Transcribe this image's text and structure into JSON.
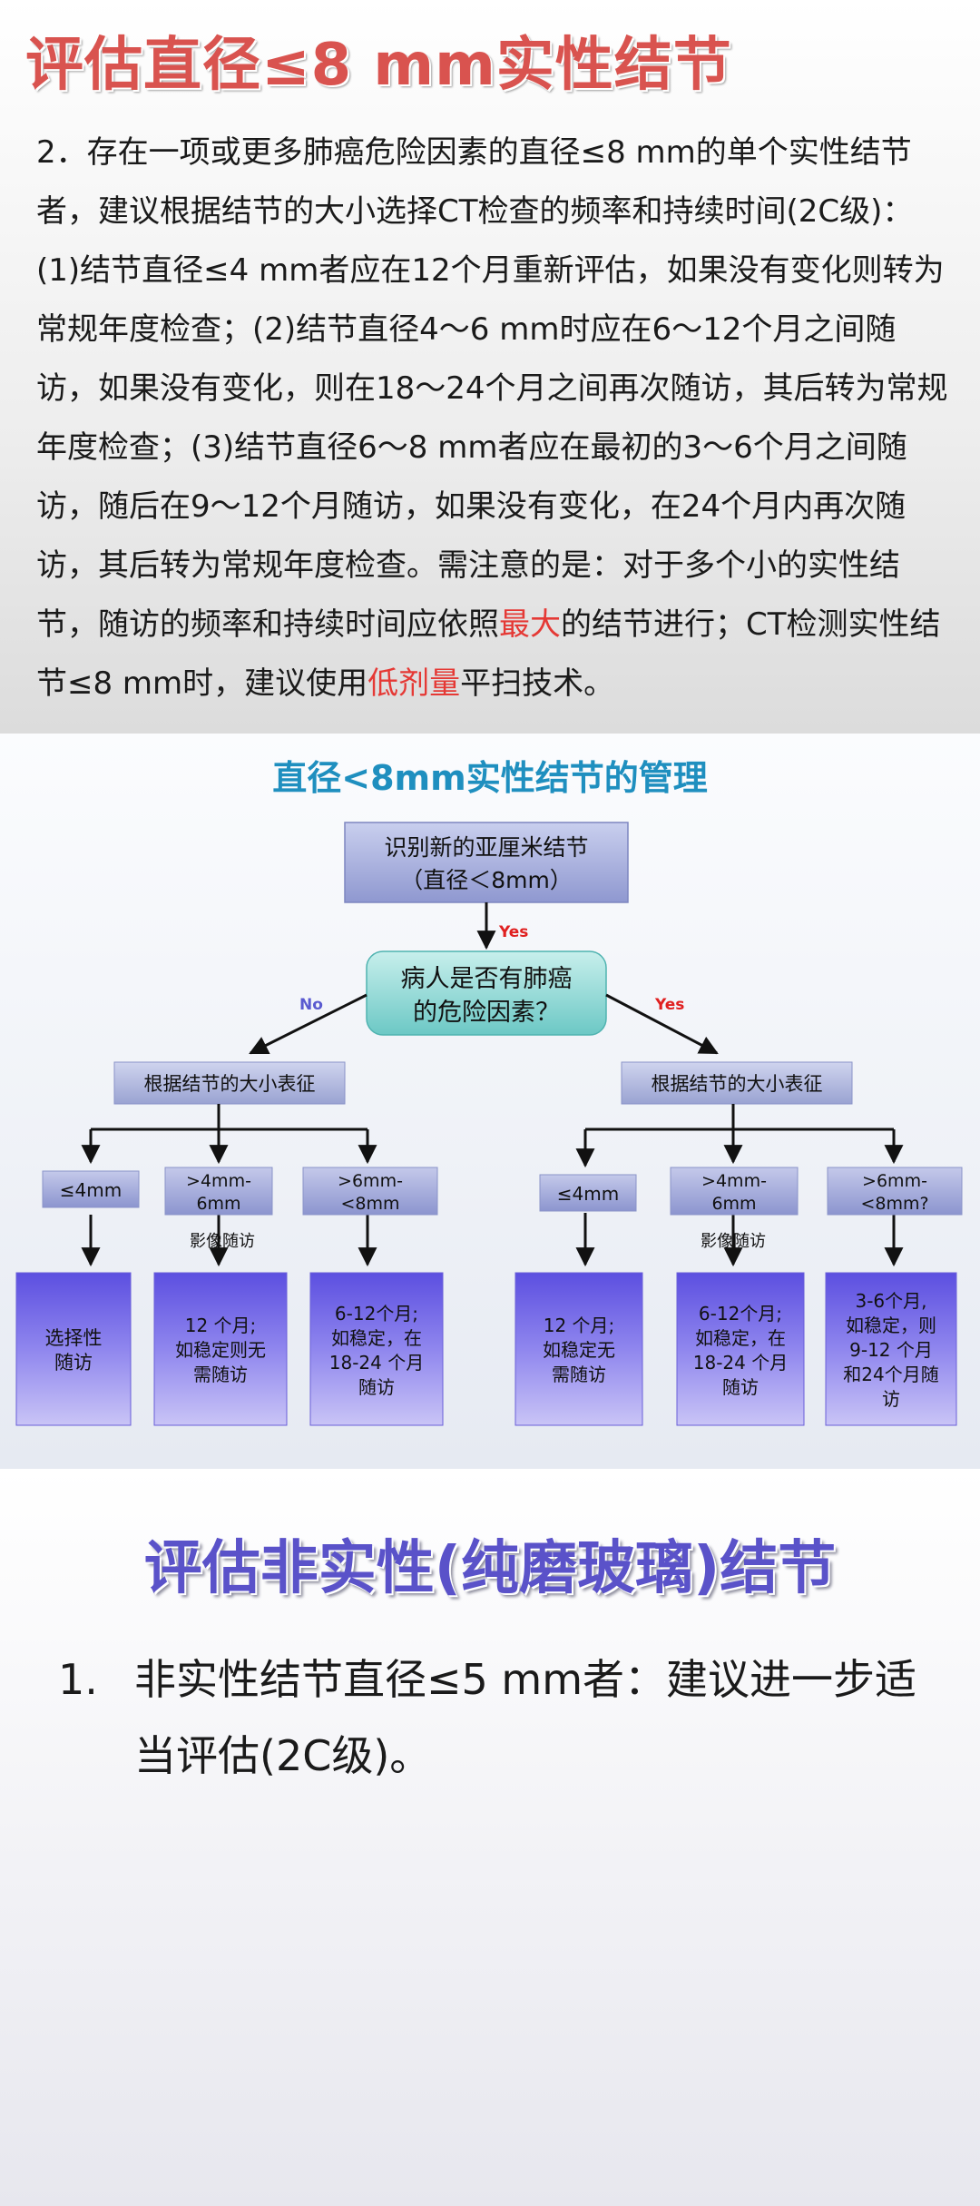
{
  "section1": {
    "title": "评估直径≤8 mm实性结节",
    "para_part1": "2．存在一项或更多肺癌危险因素的直径≤8 mm的单个实性结节者，建议根据结节的大小选择CT检查的频率和持续时间(2C级)：(1)结节直径≤4 mm者应在12个月重新评估，如果没有变化则转为常规年度检查；(2)结节直径4～6 mm时应在6～12个月之间随访，如果没有变化，则在18～24个月之间再次随访，其后转为常规年度检查；(3)结节直径6～8 mm者应在最初的3～6个月之间随访，随后在9～12个月随访，如果没有变化，在24个月内再次随访，其后转为常规年度检查。需注意的是：对于多个小的实性结节，随访的频率和持续时间应依照",
    "highlight1": "最大",
    "para_part2": "的结节进行；CT检测实性结节≤8 mm时，建议使用",
    "highlight2": "低剂量",
    "para_part3": "平扫技术。",
    "highlight_color": "#e53935"
  },
  "diagram": {
    "title": "直径<8mm实性结节的管理",
    "start_line1": "识别新的亚厘米结节",
    "start_line2": "（直径＜8mm）",
    "question_line1": "病人是否有肺癌",
    "question_line2": "的危险因素？",
    "yes_label": "Yes",
    "no_label": "No",
    "left_branch_header": "根据结节的大小表征",
    "right_branch_header": "根据结节的大小表征",
    "left_sizes": [
      {
        "line1": "≤4mm",
        "line2": ""
      },
      {
        "line1": ">4mm-",
        "line2": "6mm"
      },
      {
        "line1": ">6mm-",
        "line2": "<8mm"
      }
    ],
    "right_sizes": [
      {
        "line1": "≤4mm",
        "line2": ""
      },
      {
        "line1": ">4mm-",
        "line2": "6mm"
      },
      {
        "line1": ">6mm-",
        "line2": "<8mm?"
      }
    ],
    "imaging_followup": "影像随访",
    "left_outcomes": [
      {
        "lines": [
          "选择性",
          "随访"
        ]
      },
      {
        "lines": [
          "12  个月;",
          "如稳定则无",
          "需随访"
        ]
      },
      {
        "lines": [
          "6-12个月;",
          "如稳定，在",
          "18-24  个月",
          "随访"
        ]
      }
    ],
    "right_outcomes": [
      {
        "lines": [
          "12  个月;",
          "如稳定无",
          "需随访"
        ]
      },
      {
        "lines": [
          "6-12个月;",
          "如稳定，在",
          "18-24  个月",
          "随访"
        ]
      },
      {
        "lines": [
          "3-6个月,",
          "如稳定，则",
          "9-12  个月",
          "和24个月随",
          "访"
        ]
      }
    ],
    "colors": {
      "start_box": "#9ea7d8",
      "question_box": "#7fd2cf",
      "header_box": "#a9b2d8",
      "size_box": "#9da6d6",
      "outcome_box": "#7e73e6",
      "yes_color": "#e02020",
      "no_color": "#5a5ad0"
    }
  },
  "section3": {
    "title": "评估非实性(纯磨玻璃)结节",
    "item_number": "1.",
    "item_text": "非实性结节直径≤5 mm者：建议进一步适当评估(2C级)。"
  }
}
